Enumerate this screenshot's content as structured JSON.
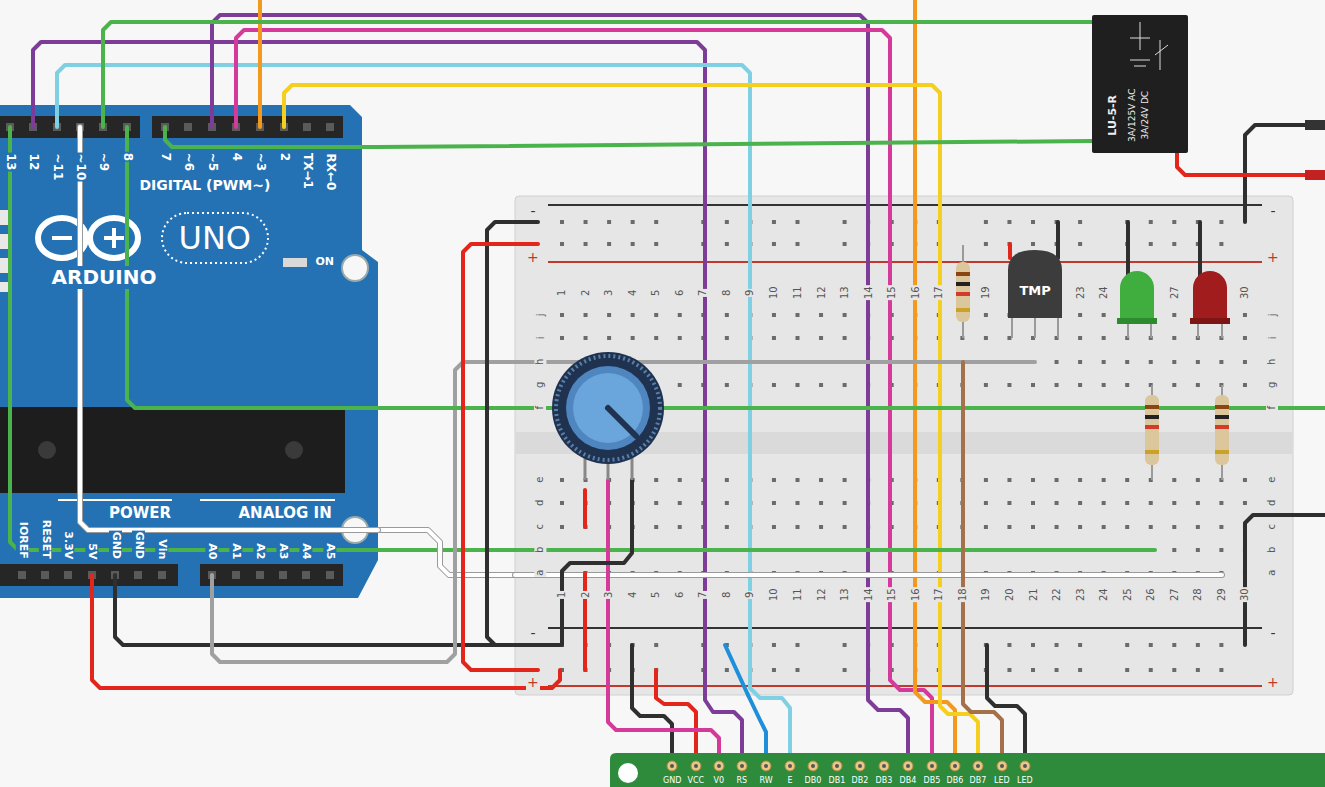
{
  "diagram": {
    "nodes": [
      {
        "text": [
          "13",
          "12",
          "~11",
          "~10",
          "~9",
          "8",
          "7",
          "~6",
          "~5",
          "4",
          "~3",
          "2",
          "TX→1",
          "RX←0",
          "DIGITAL (PWM~)",
          "ARDUINO",
          "UNO",
          "ON",
          "POWER",
          "ANALOG IN",
          "IOREF",
          "RESET",
          "3.3V",
          "5V",
          "GND",
          "GND",
          "Vin",
          "A0",
          "A1",
          "A2",
          "A3",
          "A4",
          "A5"
        ]
      },
      {
        "text": [
          "LU-5-R",
          "3A/125V AC",
          "3A/24V DC"
        ]
      },
      {
        "text": [
          "1",
          "2",
          "3",
          "4",
          "5",
          "6",
          "7",
          "8",
          "9",
          "10",
          "11",
          "12",
          "13",
          "14",
          "15",
          "16",
          "17",
          "19",
          "23",
          "24",
          "27",
          "30",
          "j",
          "i",
          "h",
          "g",
          "f",
          "e",
          "d",
          "c",
          "b",
          "a",
          "j",
          "i",
          "h",
          "g",
          "f",
          "e",
          "d",
          "c",
          "b",
          "a",
          "1",
          "2",
          "3",
          "4",
          "5",
          "6",
          "7",
          "8",
          "9",
          "10",
          "11",
          "12",
          "13",
          "14",
          "15",
          "16",
          "17",
          "18",
          "19",
          "20",
          "21",
          "22",
          "23",
          "24",
          "25",
          "26",
          "27",
          "28",
          "29",
          "30",
          "-",
          "+",
          "-",
          "+",
          "-",
          "+",
          "-",
          "+"
        ]
      },
      {
        "text": [
          "TMP"
        ],
        "in": 2
      },
      {
        "text": [
          "GND",
          "VCC",
          "V0",
          "RS",
          "RW",
          "E",
          "DB0",
          "DB1",
          "DB2",
          "DB3",
          "DB4",
          "DB5",
          "DB6",
          "DB7",
          "LED",
          "LED"
        ]
      }
    ],
    "edges": [
      {
        "from": 0,
        "to": 4,
        "arrow": "none"
      },
      {
        "from": 0,
        "to": 4,
        "arrow": "none"
      },
      {
        "from": 0,
        "to": 4,
        "arrow": "none"
      },
      {
        "from": 0,
        "to": 4,
        "arrow": "none"
      },
      {
        "from": 0,
        "to": 4,
        "arrow": "none"
      },
      {
        "from": 0,
        "to": 4,
        "arrow": "none"
      },
      {
        "from": 0,
        "to": 1,
        "arrow": "none"
      },
      {
        "from": 0,
        "to": 1,
        "arrow": "none"
      },
      {
        "from": 0,
        "to": 2,
        "arrow": "none"
      },
      {
        "from": 0,
        "to": 2,
        "arrow": "none"
      },
      {
        "from": 0,
        "to": 2,
        "arrow": "none"
      },
      {
        "from": 0,
        "to": 2,
        "arrow": "none"
      },
      {
        "from": 0,
        "to": 2,
        "arrow": "none"
      },
      {
        "from": 2,
        "to": 4,
        "arrow": "none"
      },
      {
        "from": 2,
        "to": 4,
        "arrow": "none"
      },
      {
        "from": 2,
        "to": 4,
        "arrow": "none"
      },
      {
        "from": 2,
        "to": 4,
        "arrow": "none"
      },
      {
        "from": 2,
        "to": 4,
        "arrow": "none"
      },
      {
        "from": 2,
        "to": 4,
        "arrow": "none"
      }
    ]
  }
}
